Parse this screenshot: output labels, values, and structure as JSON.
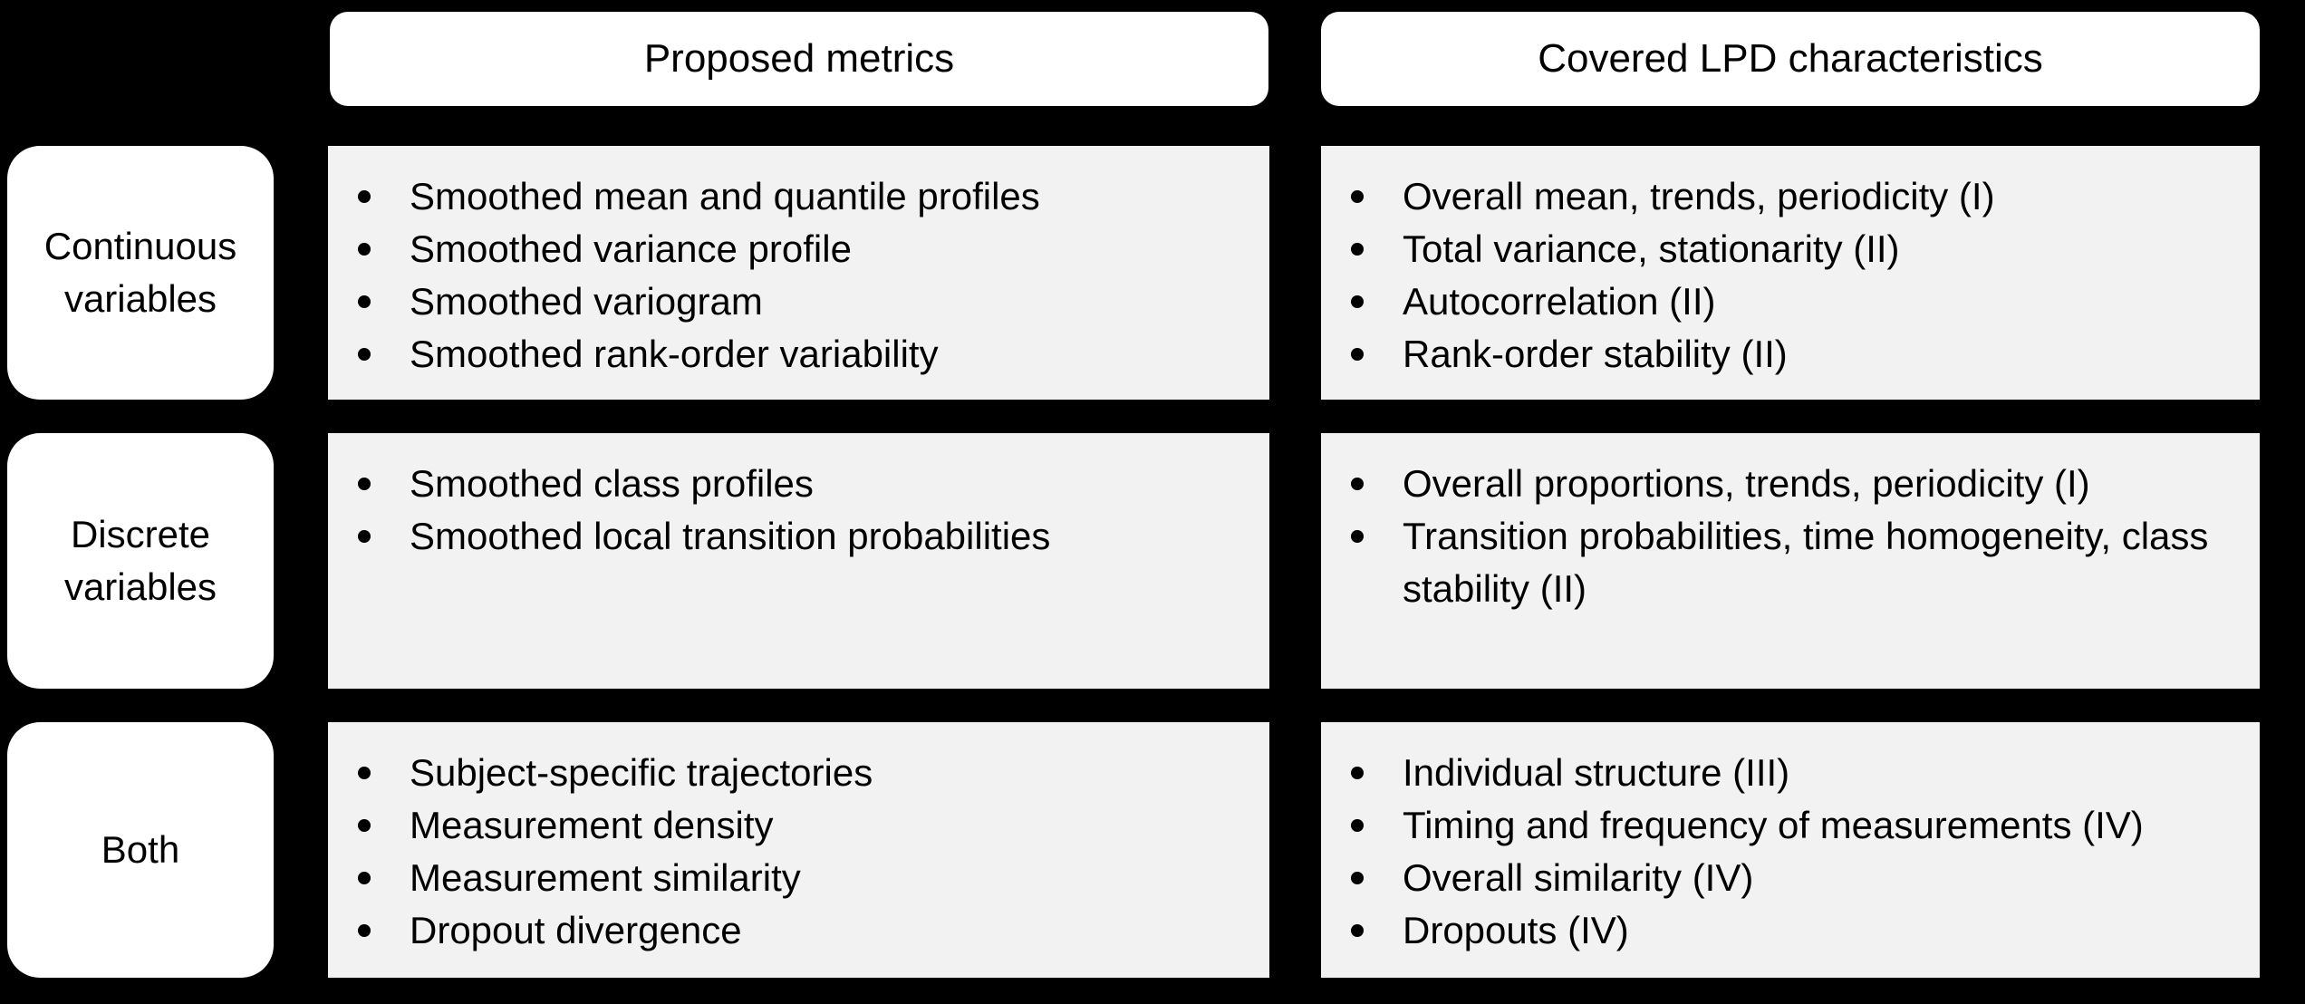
{
  "colors": {
    "background": "#000000",
    "box_fill": "#ffffff",
    "cell_fill": "#f2f2f2",
    "text": "#000000"
  },
  "headers": {
    "metrics": "Proposed metrics",
    "characteristics": "Covered LPD characteristics"
  },
  "rows": [
    {
      "label": "Continuous variables",
      "metrics": [
        "Smoothed mean and quantile profiles",
        "Smoothed variance profile",
        "Smoothed variogram",
        "Smoothed rank-order variability"
      ],
      "characteristics": [
        "Overall mean, trends, periodicity (I)",
        "Total variance, stationarity (II)",
        "Autocorrelation (II)",
        "Rank-order stability (II)"
      ]
    },
    {
      "label": "Discrete variables",
      "metrics": [
        "Smoothed class profiles",
        "Smoothed local transition probabilities"
      ],
      "characteristics": [
        "Overall proportions, trends, periodicity (I)",
        "Transition probabilities, time homogeneity, class stability (II)"
      ]
    },
    {
      "label": "Both",
      "metrics": [
        "Subject-specific trajectories",
        "Measurement density",
        "Measurement similarity",
        "Dropout divergence"
      ],
      "characteristics": [
        "Individual structure (III)",
        "Timing and frequency of measurements (IV)",
        "Overall similarity (IV)",
        "Dropouts (IV)"
      ]
    }
  ]
}
